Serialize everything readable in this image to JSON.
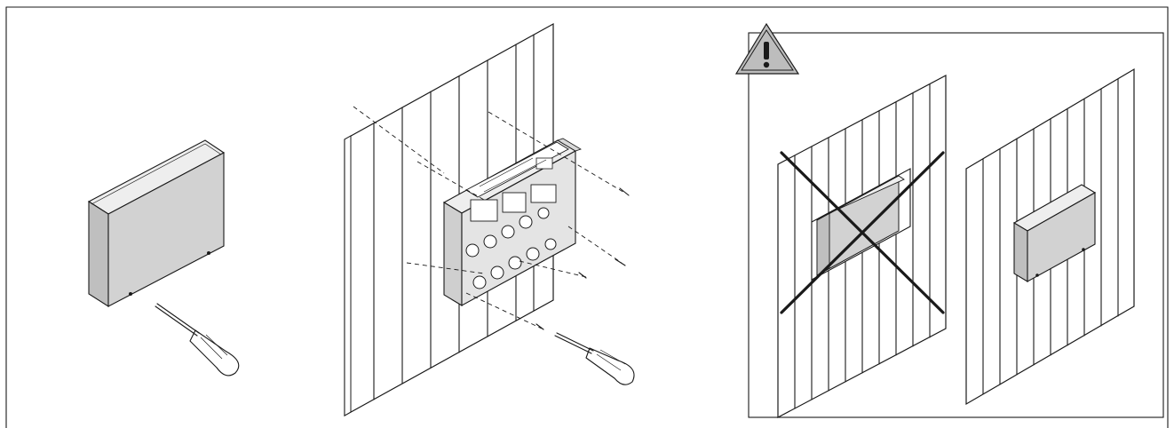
{
  "figure": {
    "panels": [
      {
        "name": "closed-enclosure-with-screwdriver"
      },
      {
        "name": "wall-mounting-with-screws"
      },
      {
        "name": "mounting-warning"
      }
    ],
    "warning_icon": "warning-triangle-icon",
    "colors": {
      "line": "#1a1a1a",
      "box_face": "#d2d2d2",
      "box_top": "#eeeeee",
      "box_side": "#bfbfbf",
      "warning_fill": "#bdbdbd",
      "background": "#ffffff"
    }
  }
}
